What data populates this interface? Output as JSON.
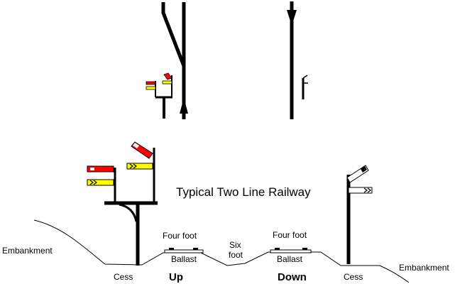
{
  "diagram": {
    "title": "Typical Two Line Railway",
    "labels": {
      "embankment_left": "Embankment",
      "embankment_right": "Embankment",
      "cess_left": "Cess",
      "cess_right": "Cess",
      "four_foot_up": "Four foot",
      "four_foot_down": "Four foot",
      "six_foot_line1": "Six",
      "six_foot_line2": "foot",
      "ballast_up": "Ballast",
      "ballast_down": "Ballast",
      "up": "Up",
      "down": "Down"
    },
    "colors": {
      "line": "#000000",
      "stop_arm": "#ff0000",
      "distant_arm": "#ffff00",
      "white_arm": "#ffffff"
    }
  }
}
